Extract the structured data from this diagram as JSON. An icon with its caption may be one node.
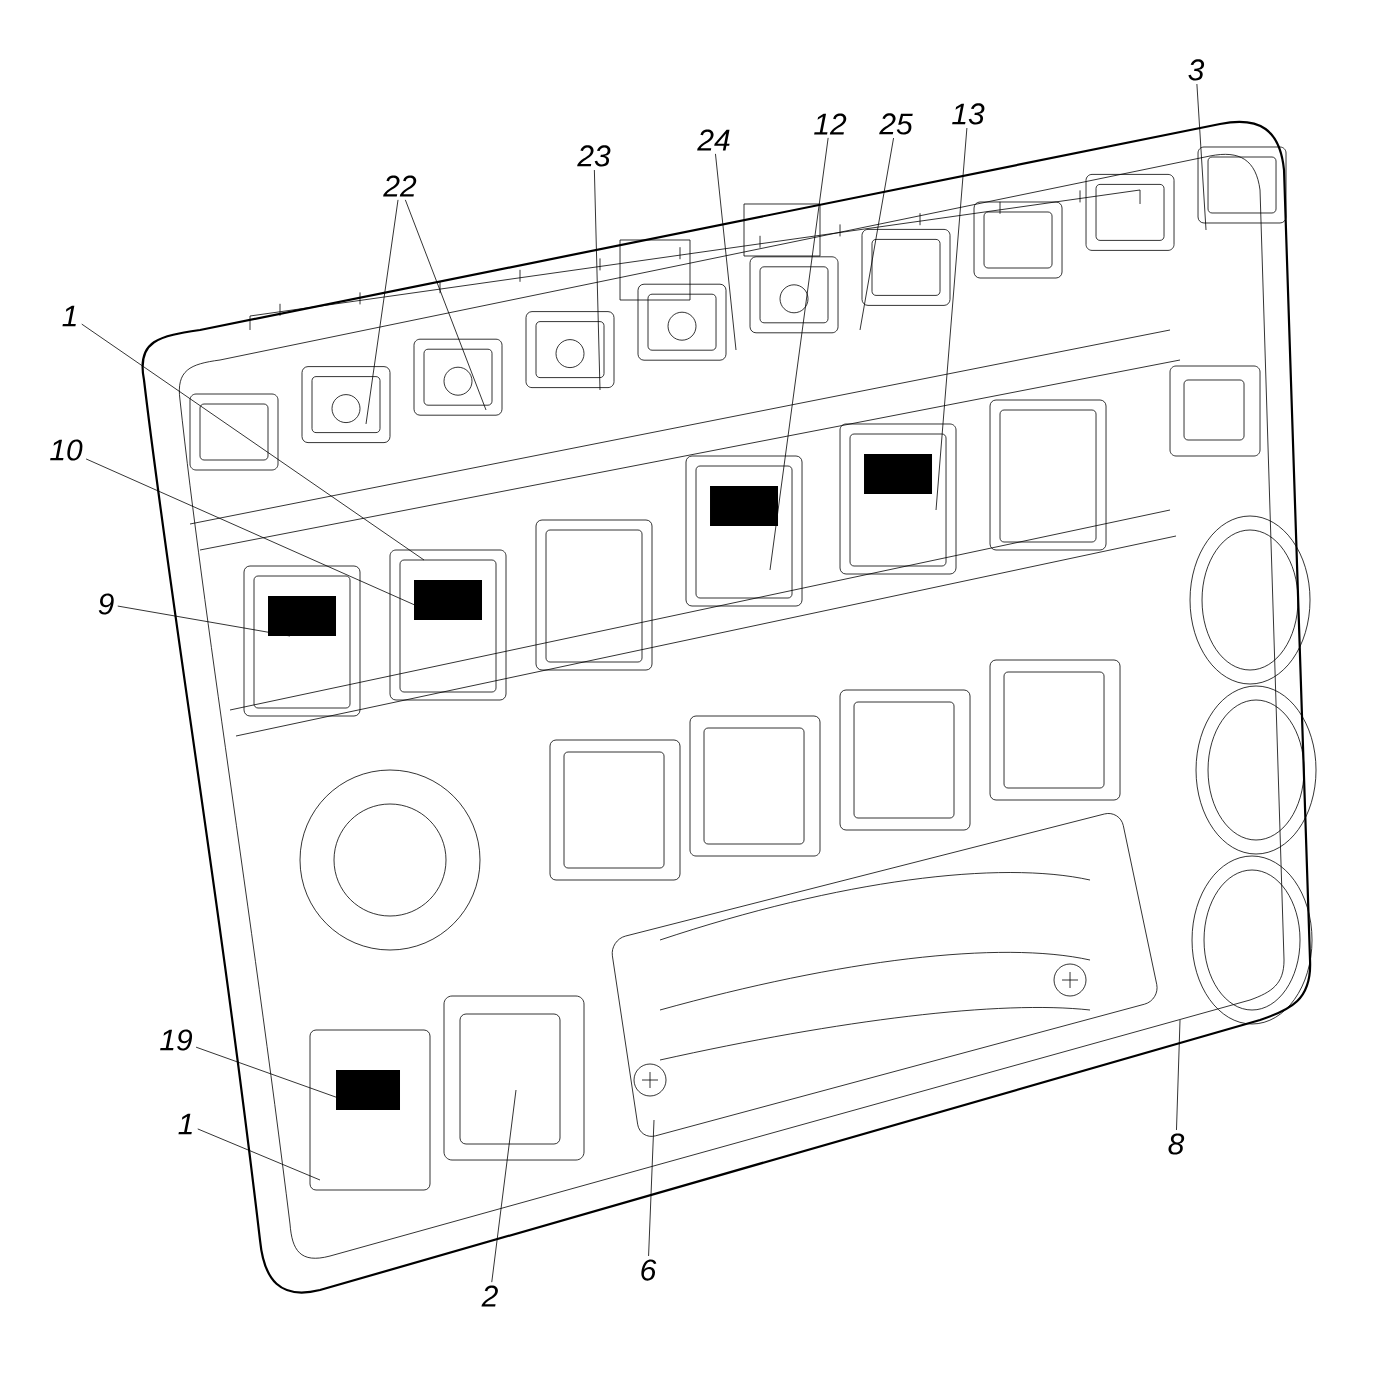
{
  "diagram": {
    "nodes": [
      {
        "text": [
          "1"
        ]
      },
      {
        "text": [
          "10"
        ]
      },
      {
        "text": [
          "9"
        ]
      },
      {
        "text": [
          "22"
        ]
      },
      {
        "text": [
          "23"
        ]
      },
      {
        "text": [
          "24"
        ]
      },
      {
        "text": [
          "12"
        ]
      },
      {
        "text": [
          "25"
        ]
      },
      {
        "text": [
          "13"
        ]
      },
      {
        "text": [
          "3"
        ]
      },
      {
        "text": [
          "19"
        ]
      },
      {
        "text": [
          "1"
        ]
      },
      {
        "text": [
          "2"
        ]
      },
      {
        "text": [
          "6"
        ]
      },
      {
        "text": [
          "8"
        ]
      }
    ],
    "edges": [
      {
        "from": 0,
        "to": null,
        "arrow": "none"
      },
      {
        "from": 1,
        "to": null,
        "arrow": "none"
      },
      {
        "from": 2,
        "to": null,
        "arrow": "none"
      },
      {
        "from": 3,
        "to": null,
        "arrow": "none"
      },
      {
        "from": 3,
        "to": null,
        "arrow": "none"
      },
      {
        "from": 4,
        "to": null,
        "arrow": "none"
      },
      {
        "from": 5,
        "to": null,
        "arrow": "none"
      },
      {
        "from": 6,
        "to": null,
        "arrow": "none"
      },
      {
        "from": 7,
        "to": null,
        "arrow": "none"
      },
      {
        "from": 8,
        "to": null,
        "arrow": "none"
      },
      {
        "from": 9,
        "to": null,
        "arrow": "none"
      },
      {
        "from": 10,
        "to": null,
        "arrow": "none"
      },
      {
        "from": 11,
        "to": null,
        "arrow": "none"
      },
      {
        "from": 12,
        "to": null,
        "arrow": "none"
      },
      {
        "from": 13,
        "to": null,
        "arrow": "none"
      },
      {
        "from": 14,
        "to": null,
        "arrow": "none"
      }
    ]
  }
}
